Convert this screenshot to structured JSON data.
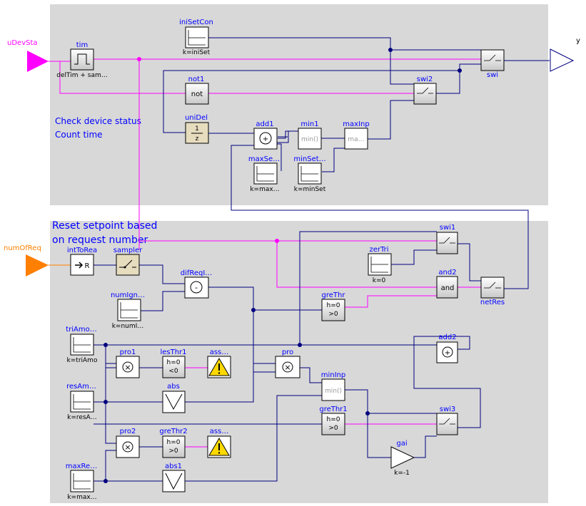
{
  "inputs": {
    "uDevSta": "uDevSta",
    "numOfReq": "numOfReq"
  },
  "outputs": {
    "y": "y"
  },
  "comments": {
    "check_line1": "Check device status",
    "check_line2": "Count time",
    "reset_line1": "Reset setpoint based",
    "reset_line2": "on request number"
  },
  "blocks": {
    "tim": {
      "name": "tim",
      "param": "delTim + sam…"
    },
    "iniSetCon": {
      "name": "iniSetCon",
      "param": "k=iniSet"
    },
    "not1": {
      "name": "not1",
      "text": "not"
    },
    "swi2": {
      "name": "swi2"
    },
    "swi": {
      "name": "swi"
    },
    "uniDel": {
      "name": "uniDel",
      "num": "1",
      "den": "z"
    },
    "add1": {
      "name": "add1",
      "text": "+"
    },
    "min1": {
      "name": "min1",
      "text": "min()"
    },
    "maxInp": {
      "name": "maxInp",
      "text": "ma…"
    },
    "maxSet": {
      "name": "maxSe…",
      "param": "k=max…"
    },
    "minSet": {
      "name": "minSet…",
      "param": "k=minSet"
    },
    "intToRea": {
      "name": "intToRea",
      "text": "R"
    },
    "sampler": {
      "name": "sampler"
    },
    "difReq": {
      "name": "difReqI…",
      "text": "-"
    },
    "numIgn": {
      "name": "numIgn…",
      "param": "k=numI…"
    },
    "swi1": {
      "name": "swi1"
    },
    "zerTri": {
      "name": "zerTri",
      "param": "k=0"
    },
    "and2": {
      "name": "and2",
      "text": "and"
    },
    "netRes": {
      "name": "netRes"
    },
    "greThr": {
      "name": "greThr",
      "line1": "h=0",
      "line2": ">0"
    },
    "triAmo": {
      "name": "triAmo…",
      "param": "k=triAmo"
    },
    "pro1": {
      "name": "pro1",
      "text": "×"
    },
    "lesThr1": {
      "name": "lesThr1",
      "line1": "h=0",
      "line2": "<0"
    },
    "ass1": {
      "name": "ass…"
    },
    "pro": {
      "name": "pro",
      "text": "×"
    },
    "add2": {
      "name": "add2",
      "text": "+"
    },
    "resAmo": {
      "name": "resAm…",
      "param": "k=resA…"
    },
    "abs": {
      "name": "abs"
    },
    "minInp": {
      "name": "minInp",
      "text": "min()"
    },
    "greThr1": {
      "name": "greThr1",
      "line1": "h=0",
      "line2": ">0"
    },
    "swi3": {
      "name": "swi3"
    },
    "pro2": {
      "name": "pro2",
      "text": "×"
    },
    "greThr2": {
      "name": "greThr2",
      "line1": "h=0",
      "line2": ">0"
    },
    "ass2": {
      "name": "ass…"
    },
    "gai": {
      "name": "gai",
      "param": "k=-1"
    },
    "maxRes": {
      "name": "maxRe…",
      "param": "k=max…"
    },
    "abs1": {
      "name": "abs1"
    }
  },
  "colors": {
    "panel": "#d8d8d8",
    "block_name": "#0000ff",
    "real_signal": "#00007f",
    "boolean_signal": "#ff00ff",
    "integer_input": "#ff7f00",
    "block_fill": "#ffffff",
    "delay_fill": "#e6dcbe"
  }
}
